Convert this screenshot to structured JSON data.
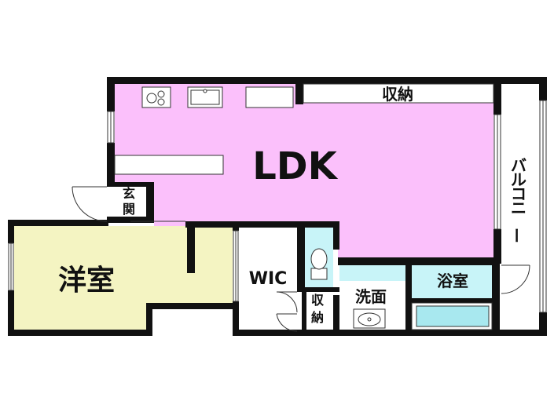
{
  "rooms": {
    "ldk": "LDK",
    "western_room": "洋室",
    "wic": "WIC",
    "storage_top": "収納",
    "storage_small": "収\n納",
    "entrance": "玄\n関",
    "washroom": "洗面",
    "bathroom": "浴室",
    "balcony": "バルコニー"
  },
  "colors": {
    "ldk": "#fbc0fb",
    "western_room": "#f4f4c2",
    "bath": "#c8f4f8",
    "wall": "#111111",
    "bathtub": "#a8e8ef"
  }
}
